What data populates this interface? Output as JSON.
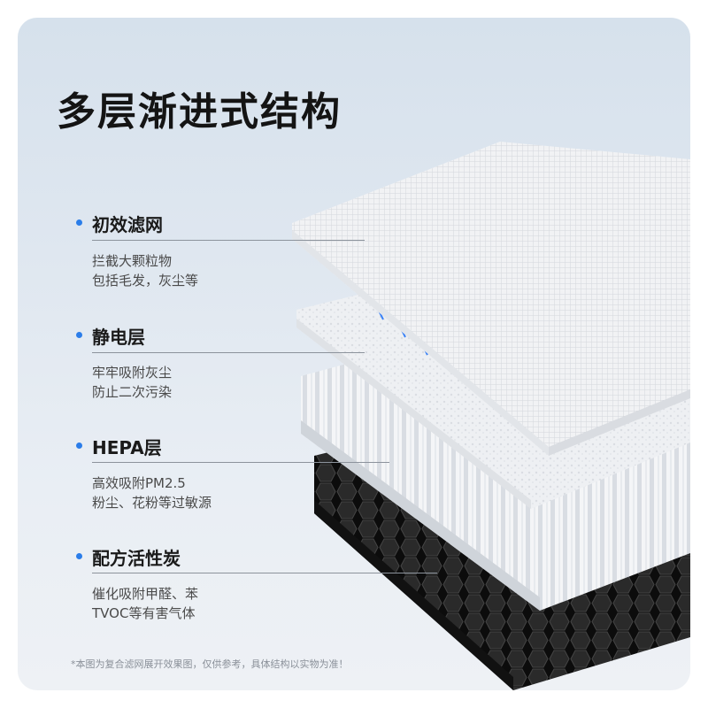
{
  "title": "多层渐进式结构",
  "layers": [
    {
      "name": "初效滤网",
      "desc1": "拦截大颗粒物",
      "desc2": "包括毛发，灰尘等"
    },
    {
      "name": "静电层",
      "desc1": "牢牢吸附灰尘",
      "desc2": "防止二次污染"
    },
    {
      "name": "HEPA层",
      "desc1": "高效吸附PM2.5",
      "desc2": "粉尘、花粉等过敏源"
    },
    {
      "name": "配方活性炭",
      "desc1": "催化吸附甲醛、苯",
      "desc2": "TVOC等有害气体"
    }
  ],
  "footnote": "*本图为复合滤网展开效果图，仅供参考，具体结构以实物为准！",
  "colors": {
    "bullet": "#2b7de9",
    "spark": "#3b82f6",
    "carbon": "#1c1c1c"
  },
  "icons": [
    "bullet-dot-icon",
    "static-spark-icon"
  ]
}
